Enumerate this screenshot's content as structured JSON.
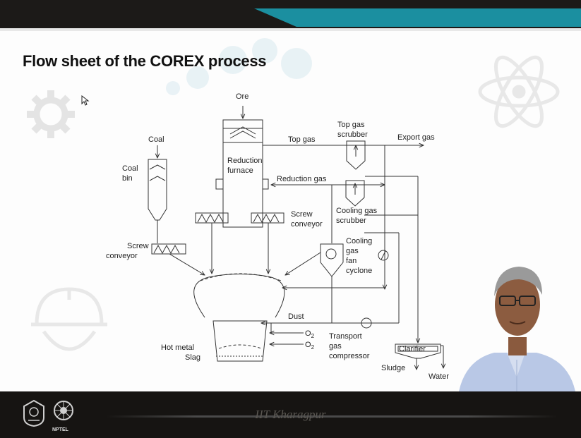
{
  "slide": {
    "title": "Flow sheet of the COREX process",
    "footer_text": "IIT Kharagpur",
    "footer_logo_label": "NPTEL",
    "accent_color": "#1b8fa0"
  },
  "diagram": {
    "labels": {
      "ore": "Ore",
      "coal": "Coal",
      "coal_bin": [
        "Coal",
        "bin"
      ],
      "reduction_furnace": [
        "Reduction",
        "furnace"
      ],
      "top_gas": "Top gas",
      "top_gas_scrubber": [
        "Top gas",
        "scrubber"
      ],
      "export_gas": "Export gas",
      "reduction_gas": "Reduction gas",
      "cooling_gas_scrubber": [
        "Cooling gas",
        "scrubber"
      ],
      "screw_conveyor_left": [
        "Screw",
        "conveyor"
      ],
      "screw_conveyor_right": [
        "Screw",
        "conveyor"
      ],
      "cooling_gas_fan_cyclone": [
        "Cooling",
        "gas",
        "fan",
        "cyclone"
      ],
      "dust": "Dust",
      "oxygen_1": "O",
      "oxygen_2": "O",
      "oxygen_subscript": "2",
      "transport_gas_compressor": [
        "Transport",
        "gas",
        "compressor"
      ],
      "hot_metal_slag": [
        "Hot metal",
        "Slag"
      ],
      "clarifier": "Clarifier",
      "sludge": "Sludge",
      "water": "Water"
    }
  }
}
